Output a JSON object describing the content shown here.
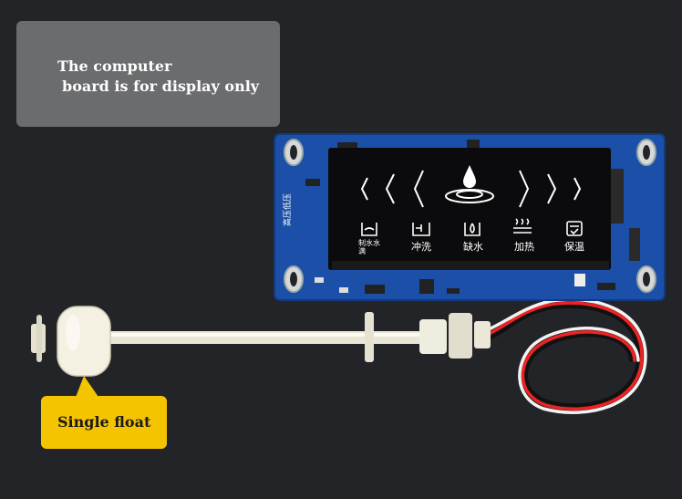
{
  "note": {
    "line1": "The computer",
    "line2": "board is for display only"
  },
  "callout": {
    "label": "Single float"
  },
  "board": {
    "buttons": [
      {
        "label": "制水水满",
        "icon": "water-full-icon"
      },
      {
        "label": "冲洗",
        "icon": "flush-icon"
      },
      {
        "label": "缺水",
        "icon": "water-shortage-icon"
      },
      {
        "label": "加热",
        "icon": "heating-icon"
      },
      {
        "label": "保温",
        "icon": "keep-warm-icon"
      }
    ],
    "side_text": "高压低压",
    "center_icon": "water-drop-icon",
    "left_arrows_icon": "chevron-left-icon",
    "right_arrows_icon": "chevron-right-icon"
  },
  "colors": {
    "background": "#232427",
    "note_box": "#6b6c6e",
    "callout": "#f5c400",
    "board_blue": "#1b4fa8",
    "panel_black": "#0b0b0d"
  }
}
